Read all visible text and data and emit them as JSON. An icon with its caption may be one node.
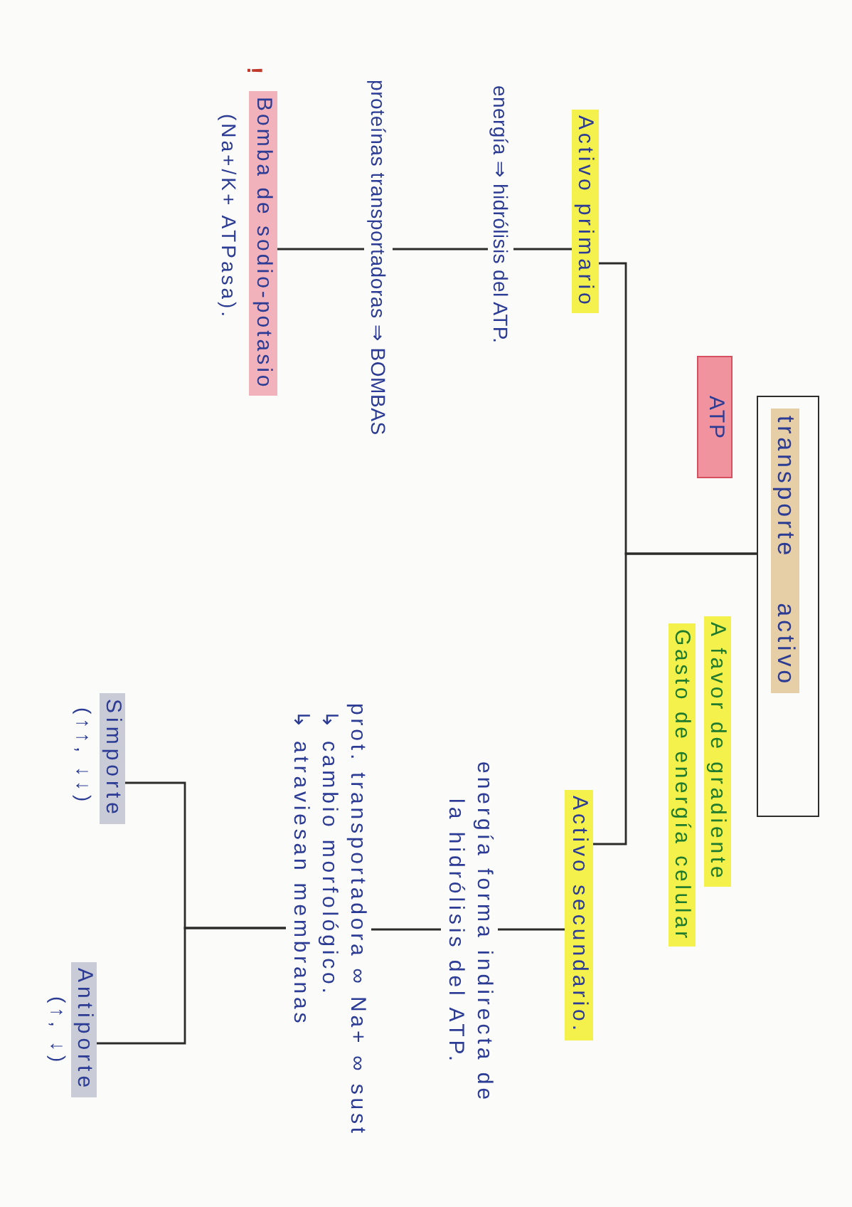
{
  "diagram": {
    "nodes": [
      {
        "text": [
          "transporte activo"
        ]
      },
      {
        "text": [
          "ATP"
        ]
      },
      {
        "text": [
          "A favor de gradiente"
        ]
      },
      {
        "text": [
          "Gasto de energía celular"
        ]
      },
      {
        "text": [
          "Activo primario"
        ]
      },
      {
        "text": [
          "energía ⇒ hidrólisis del ATP."
        ]
      },
      {
        "text": [
          "proteínas transportadoras ⇒ BOMBAS"
        ]
      },
      {
        "text": [
          "Bomba de sodio-potasio"
        ],
        "beside": [
          "!",
          "(Na+/K+ ATPasa)."
        ]
      },
      {
        "text": [
          "Activo secundario."
        ]
      },
      {
        "text": [
          "energía forma indirecta de la hidrólisis del ATP."
        ]
      },
      {
        "text": [
          "prot. transportadora ∞ Na+ ∞ sust",
          "↳ cambio morfológico.",
          "↳ atraviesan membranas"
        ]
      },
      {
        "text": [
          "Simporte"
        ],
        "beside": [
          "(↑↑, ↓↓)"
        ]
      },
      {
        "text": [
          "Antiporte"
        ],
        "beside": [
          "(↑, ↓)"
        ]
      }
    ],
    "edges": [
      {
        "from": 0,
        "to": 4,
        "arrow": "none"
      },
      {
        "from": 0,
        "to": 8,
        "arrow": "none"
      },
      {
        "from": 4,
        "to": 5,
        "arrow": "none"
      },
      {
        "from": 5,
        "to": 6,
        "arrow": "none"
      },
      {
        "from": 6,
        "to": 7,
        "arrow": "none"
      },
      {
        "from": 8,
        "to": 9,
        "arrow": "none"
      },
      {
        "from": 9,
        "to": 10,
        "arrow": "none"
      },
      {
        "from": 10,
        "to": 11,
        "arrow": "none"
      },
      {
        "from": 10,
        "to": 12,
        "arrow": "none"
      }
    ]
  }
}
